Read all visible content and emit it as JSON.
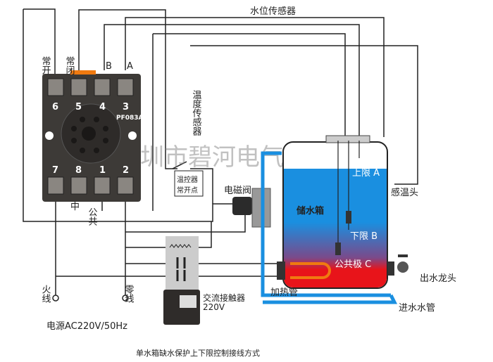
{
  "title": "单水箱缺水保护上下限控制接线方式",
  "relay": {
    "model": "PF083A",
    "top_terminals": [
      "6",
      "5",
      "4",
      "3"
    ],
    "bottom_terminals": [
      "7",
      "8",
      "1",
      "2"
    ],
    "top_labels": [
      "常\n开",
      "常\n闭",
      "B",
      "A"
    ],
    "label_no": "常开",
    "label_nc": "常闭",
    "label_b": "B",
    "label_a": "A",
    "label_mid": "中",
    "label_common": "公共"
  },
  "labels": {
    "water_level_sensor": "水位传感器",
    "temp_sensor": "温度传感器",
    "thermostat_contact": "温控器常开点",
    "thermostat_line1": "温控器",
    "thermostat_line2": "常开点",
    "solenoid_valve": "电磁阀",
    "tank": "储水箱",
    "upper_limit": "上限 A",
    "lower_limit": "下限 B",
    "common_electrode": "公共极 C",
    "temp_probe": "感温头",
    "outlet_tap": "出水龙头",
    "heater": "加热管",
    "inlet_pipe": "进水水管",
    "live": "火线",
    "neutral": "零线",
    "power": "电源AC220V/50Hz",
    "contactor": "交流接触器",
    "contactor_voltage": "220V"
  },
  "watermark": "深圳市碧河电气有限公司",
  "colors": {
    "water": "#1a8fe0",
    "hot": "#e8141a",
    "relay": "#3d3a37",
    "orange": "#f07a10"
  }
}
